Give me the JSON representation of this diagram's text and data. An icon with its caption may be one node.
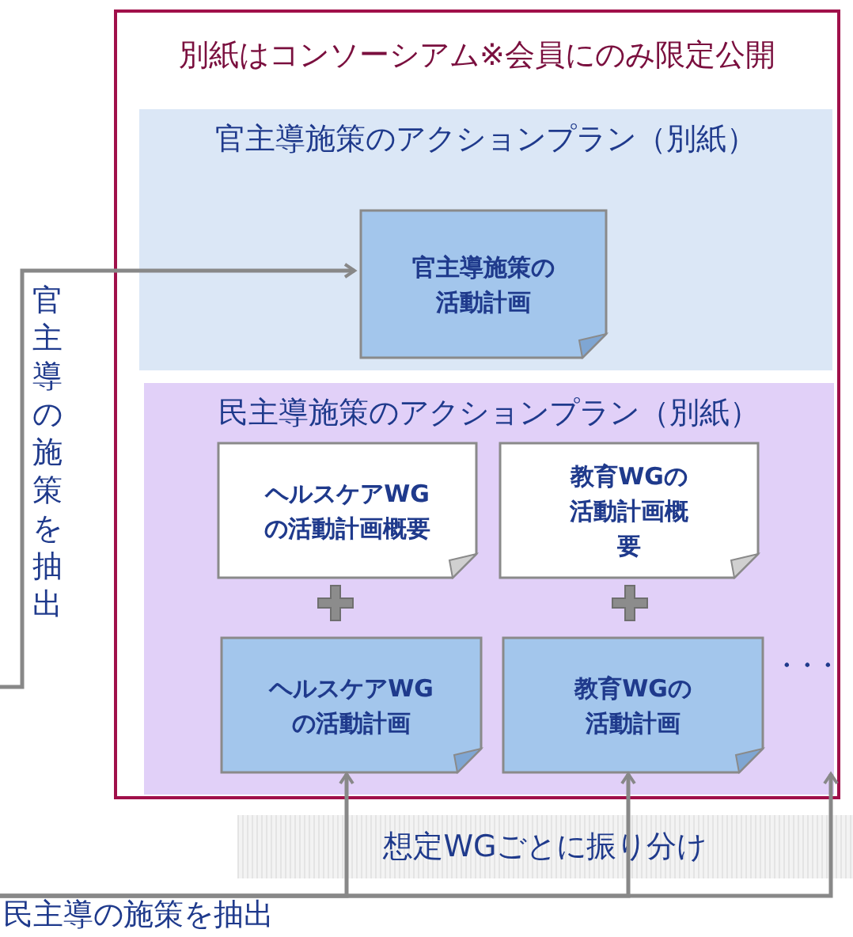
{
  "diagram": {
    "nodes": [
      {
        "text": [
          "別紙はコンソーシアム※会員にのみ限定公開"
        ]
      },
      {
        "text": [
          "官主導施策のアクションプラン（別紙）"
        ],
        "in": 0
      },
      {
        "text": [
          "官主導施策の活動計画"
        ],
        "in": 1
      },
      {
        "text": [
          "民主導施策のアクションプラン（別紙）"
        ],
        "in": 0
      },
      {
        "text": [
          "ヘルスケアWGの活動計画概要"
        ],
        "in": 3
      },
      {
        "text": [
          "教育WGの活動計画概要"
        ],
        "in": 3
      },
      {
        "text": [
          "ヘルスケアWGの活動計画"
        ],
        "in": 3
      },
      {
        "text": [
          "教育WGの活動計画"
        ],
        "in": 3
      },
      {
        "text": [
          "想定WGごとに振り分け"
        ]
      }
    ],
    "edges": [
      {
        "from": null,
        "to": 2,
        "arrow": "to",
        "label": "官主導の施策を抽出"
      },
      {
        "from": null,
        "to": 6,
        "arrow": "to",
        "label": "民主導の施策を抽出"
      },
      {
        "from": null,
        "to": 7,
        "arrow": "to"
      },
      {
        "from": null,
        "to": 3,
        "arrow": "to"
      }
    ],
    "labels": [
      "・・・"
    ]
  }
}
